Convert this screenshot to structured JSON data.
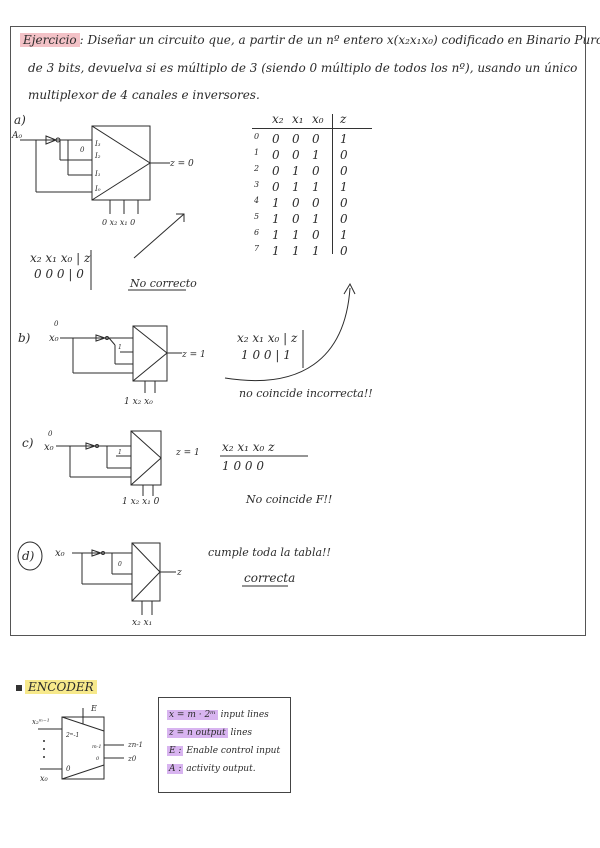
{
  "exercise": {
    "label": "Ejercicio",
    "line1": ": Diseñar un circuito que, a partir de un nº entero   x(x₂x₁x₀) codificado en Binario Puro",
    "line2": "de 3 bits, devuelva si es múltiplo de 3  (siendo 0 múltiplo de todos los nº), usando un único",
    "line3": "multiplexor de 4 canales e inversores."
  },
  "truth_table": {
    "headers": [
      "x₂",
      "x₁",
      "x₀",
      "z"
    ],
    "rows": [
      {
        "n": "0",
        "bits": [
          "0",
          "0",
          "0"
        ],
        "z": "1"
      },
      {
        "n": "1",
        "bits": [
          "0",
          "0",
          "1"
        ],
        "z": "0"
      },
      {
        "n": "2",
        "bits": [
          "0",
          "1",
          "0"
        ],
        "z": "0"
      },
      {
        "n": "3",
        "bits": [
          "0",
          "1",
          "1"
        ],
        "z": "1"
      },
      {
        "n": "4",
        "bits": [
          "1",
          "0",
          "0"
        ],
        "z": "0"
      },
      {
        "n": "5",
        "bits": [
          "1",
          "0",
          "1"
        ],
        "z": "0"
      },
      {
        "n": "6",
        "bits": [
          "1",
          "1",
          "0"
        ],
        "z": "1"
      },
      {
        "n": "7",
        "bits": [
          "1",
          "1",
          "1"
        ],
        "z": "0"
      }
    ]
  },
  "part_a": {
    "label": "a)",
    "input": "A₀",
    "pins": [
      "I₃",
      "I₂",
      "I₁",
      "I₀"
    ],
    "zero_mark": "0",
    "selects": "0 x₂  x₁ 0",
    "output": "z = 0",
    "mini_header": "x₂ x₁ x₀ | z",
    "mini_row": "0  0  0  | 0",
    "verdict": "No correcto"
  },
  "part_b": {
    "label": "b)",
    "input": "x₀",
    "top_mark": "0",
    "pin_mark": "1",
    "selects": "1  x₂ x₀",
    "output": "z = 1",
    "mini_header": "x₂ x₁ x₀ | z",
    "mini_row": "1  0  0  | 1",
    "verdict": "no coincide  incorrecta!!"
  },
  "part_c": {
    "label": "c)",
    "input": "x₀",
    "top_mark": "0",
    "pin_mark": "1",
    "selects": "1  x₂ x₁  0",
    "output": "z = 1",
    "mini_header": "x₂  x₁  x₀  z",
    "mini_row": "1   0   0   0",
    "verdict": "No coincide  F!!"
  },
  "part_d": {
    "label": "d)",
    "input": "x₀",
    "pin_mark": "0",
    "selects": "x₂  x₁",
    "output": "z",
    "note": "cumple toda la tabla!!",
    "verdict": "correcta"
  },
  "encoder": {
    "title": "ENCODER",
    "enable": "E",
    "top_input": "x₂ᵐ⁻¹",
    "bottom_input": "x₀",
    "inner_top": "2ᵐ-1",
    "inner_bottom": "0",
    "inner_right_top": "m-1",
    "inner_right_bottom": "0",
    "out_top": "zn-1",
    "out_bottom": "z0",
    "legend": [
      {
        "key": "x = m · 2ᵐ",
        "text": "input lines"
      },
      {
        "key": "z = n output",
        "text": "lines"
      },
      {
        "key": "E :",
        "text": "Enable control input"
      },
      {
        "key": "A :",
        "text": "activity output."
      }
    ]
  }
}
